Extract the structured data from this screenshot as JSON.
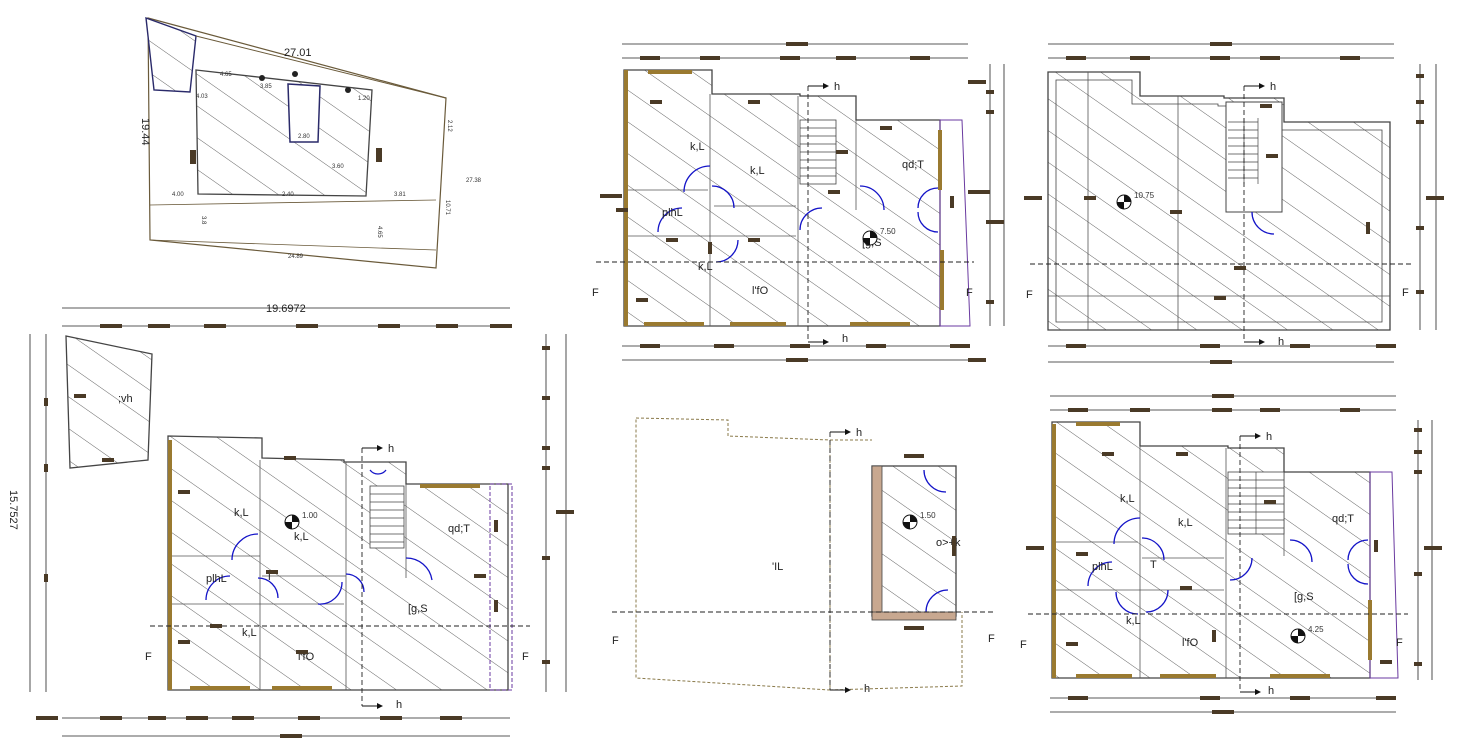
{
  "colors": {
    "hatch": "#555555",
    "door": "#1414c8",
    "wood": "#9a7a30",
    "tag": "#4a3a26"
  },
  "site_plan": {
    "dims": [
      "27.01",
      "19.44",
      "24.89",
      "27.38",
      "4.00",
      "4.65",
      "3.85",
      "2.40",
      "3.60",
      "1.20",
      "2.80",
      "4.03",
      "3.81",
      "4.65",
      "10.71",
      "2.12",
      "3.8"
    ]
  },
  "ground_plan": {
    "overall_width": "19.6972",
    "overall_height": "15.7527",
    "rooms": [
      ";vh",
      "k,L",
      "k,L",
      "plhL",
      "qd;T",
      "[g,S",
      "k,L",
      "l'fO",
      "T"
    ],
    "level": "1.00",
    "section_h": "h",
    "section_f": "F"
  },
  "first_plan": {
    "rooms": [
      "k,L",
      "k,L",
      "plhL",
      "qd;T",
      "[g,S",
      "k,L",
      "l'fO"
    ],
    "level": "7.50",
    "section_h": "h",
    "section_f": "F"
  },
  "terrace_plan": {
    "level": "10.75",
    "section_h": "h",
    "section_f": "F"
  },
  "stair_room_plan": {
    "rooms": [
      "'IL",
      "o>+k"
    ],
    "level": "1.50",
    "section_h": "h",
    "section_f": "F"
  },
  "typical_plan": {
    "rooms": [
      "k,L",
      "k,L",
      "plhL",
      "qd;T",
      "[g,S",
      "k,L",
      "l'fO",
      "T"
    ],
    "level": "4.25",
    "section_h": "h",
    "section_f": "F"
  }
}
